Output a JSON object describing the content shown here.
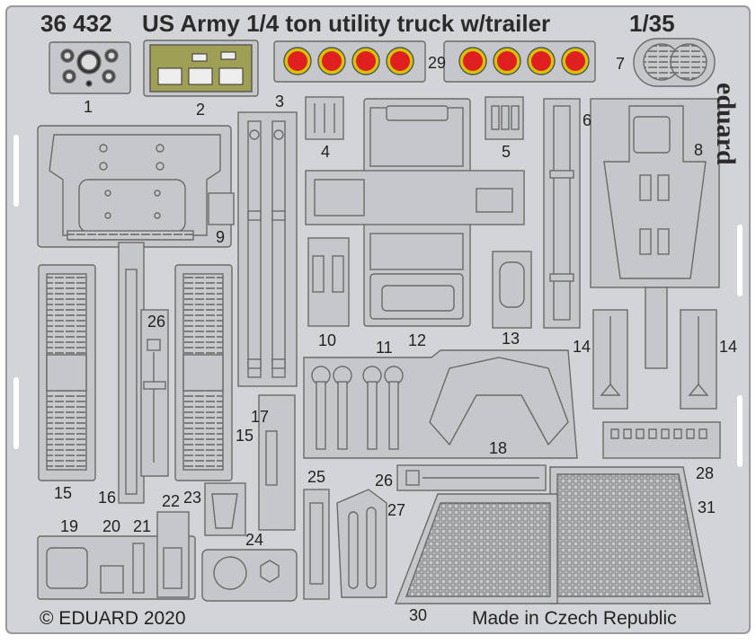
{
  "header": {
    "kit_number": "36 432",
    "kit_name": "US Army 1/4 ton utility truck w/trailer",
    "scale": "1/35"
  },
  "brand": "eduard",
  "footer": {
    "copyright": "© EDUARD 2020",
    "origin": "Made in Czech Republic"
  },
  "part_numbers": [
    "1",
    "2",
    "3",
    "4",
    "5",
    "6",
    "7",
    "8",
    "9",
    "10",
    "11",
    "12",
    "13",
    "14",
    "14",
    "15",
    "15",
    "16",
    "17",
    "18",
    "19",
    "20",
    "21",
    "22",
    "23",
    "24",
    "25",
    "26",
    "26",
    "27",
    "28",
    "29",
    "30",
    "31"
  ],
  "colors": {
    "fret": "#d3d4d8",
    "background": "#ffffff",
    "outline": "#6a6a6a",
    "instrument_panel": "#9fa055",
    "signal_lamp": "#e02020",
    "signal_ring": "#d6c400"
  }
}
